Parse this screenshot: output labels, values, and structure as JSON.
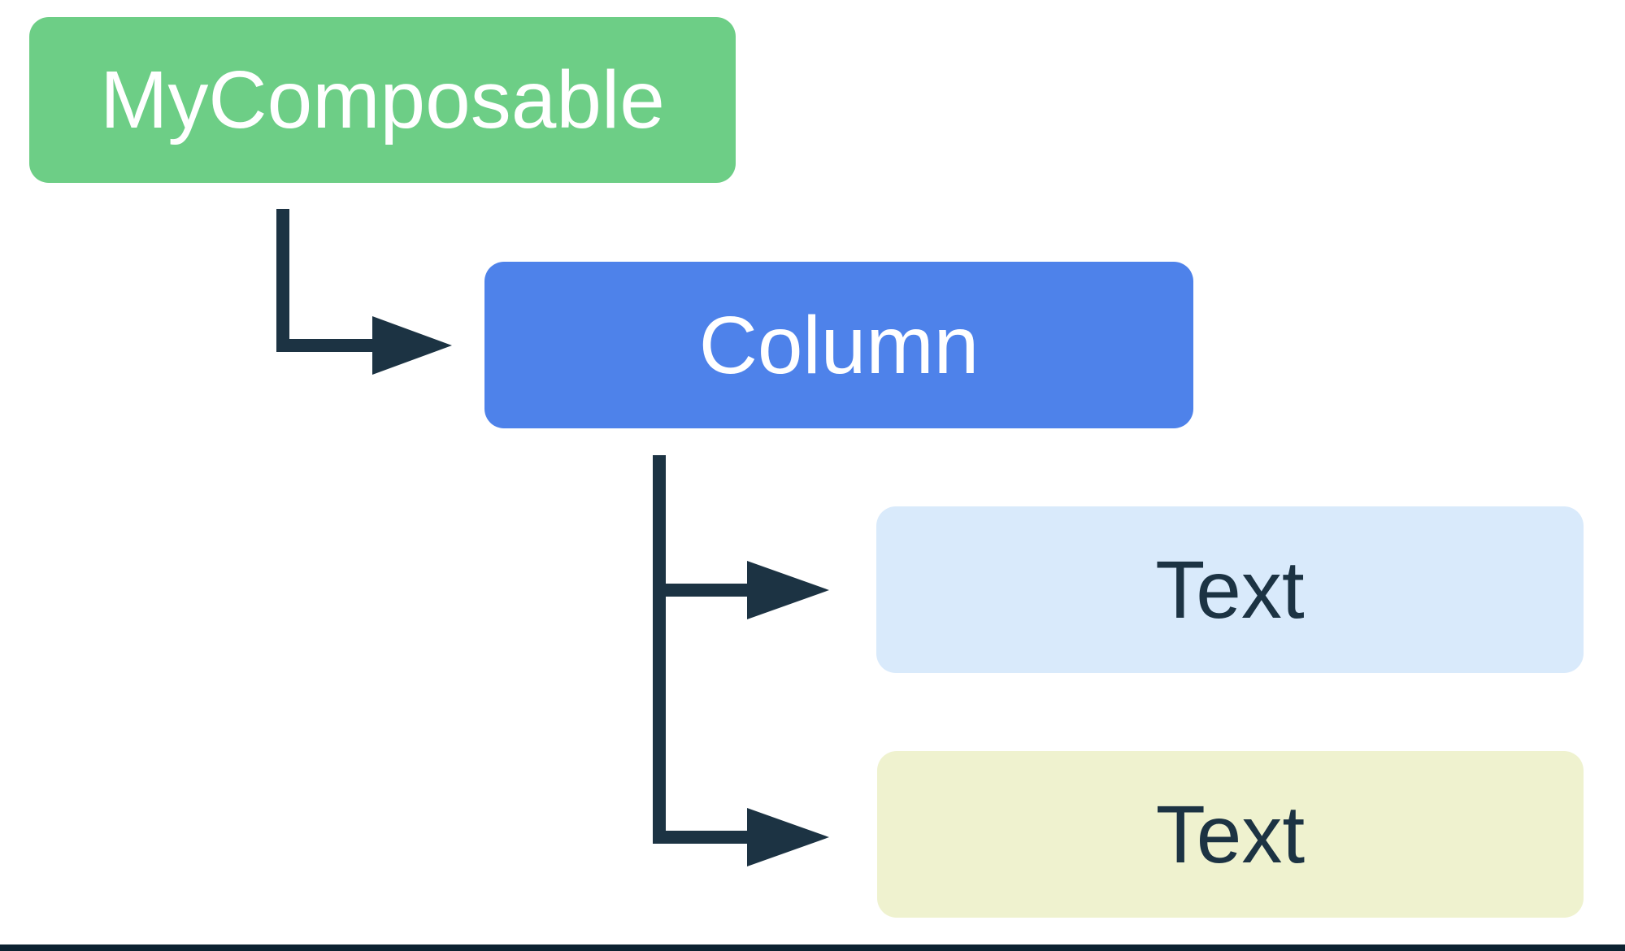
{
  "colors": {
    "background": "#ffffff",
    "node-green": "#6dce86",
    "node-blue": "#4e82ea",
    "node-light-blue": "#d9eafb",
    "node-pale-yellow": "#eff2cf",
    "text-on-dark": "#ffffff",
    "text-on-light": "#1c3343",
    "connector": "#1c3343",
    "bottom-bar": "#0c2231"
  },
  "diagram": {
    "nodes": {
      "root": {
        "label": "MyComposable",
        "fill": "#6dce86"
      },
      "column": {
        "label": "Column",
        "fill": "#4e82ea"
      },
      "text1": {
        "label": "Text",
        "fill": "#d9eafb"
      },
      "text2": {
        "label": "Text",
        "fill": "#eff2cf"
      }
    }
  }
}
